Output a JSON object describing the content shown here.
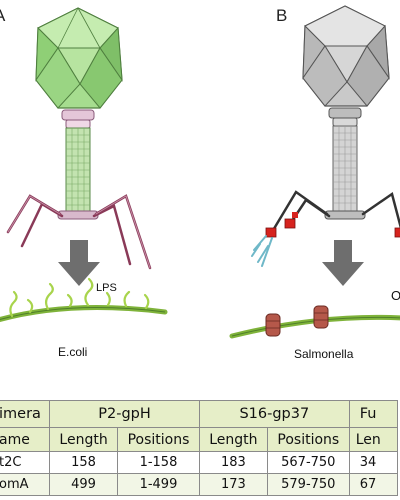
{
  "panels": {
    "a_label": "A",
    "b_label": "B"
  },
  "labels": {
    "lps": "LPS",
    "ecoli": "E.coli",
    "salmonella": "Salmonella",
    "cut_o": "O"
  },
  "table": {
    "header_row1": [
      "imera",
      "P2-gpH",
      "S16-gp37",
      "Fu"
    ],
    "header_row2": [
      "ame",
      "Length",
      "Positions",
      "Length",
      "Positions",
      "Len"
    ],
    "rows": [
      [
        "t2C",
        "158",
        "1-158",
        "183",
        "567-750",
        "34"
      ],
      [
        "omA",
        "499",
        "1-499",
        "173",
        "579-750",
        "67"
      ]
    ]
  },
  "colors": {
    "phage_a_head": "#9fd98a",
    "phage_b_head": "#c8c8c8",
    "membrane": "#7fb33a",
    "lps": "#a8d44c",
    "table_header": "#e6eec8",
    "receptor_protein": "#b5584a"
  }
}
